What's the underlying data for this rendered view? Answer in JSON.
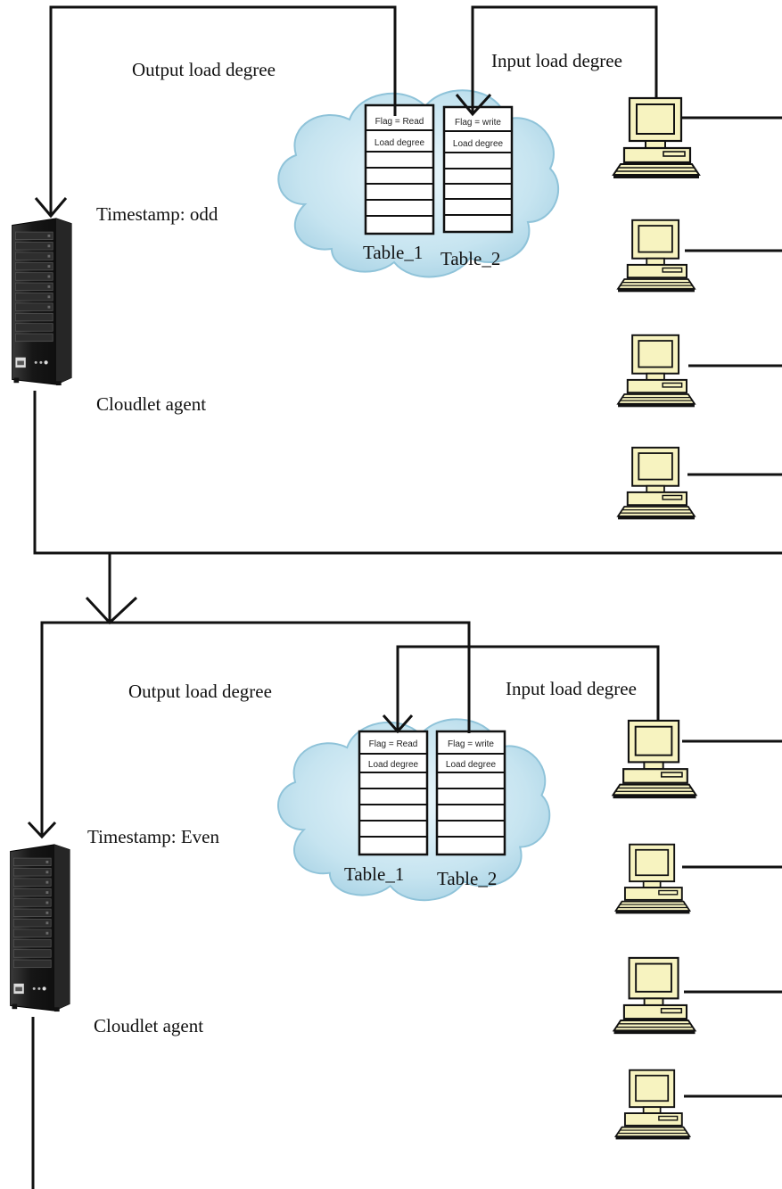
{
  "top": {
    "output_label": "Output load degree",
    "input_label": "Input load degree",
    "timestamp_label": "Timestamp: odd",
    "agent_label": "Cloudlet agent",
    "table1": {
      "flag": "Flag = Read",
      "load": "Load degree",
      "name": "Table_1"
    },
    "table2": {
      "flag": "Flag = write",
      "load": "Load degree",
      "name": "Table_2"
    }
  },
  "bottom": {
    "output_label": "Output load degree",
    "input_label": "Input load degree",
    "timestamp_label": "Timestamp: Even",
    "agent_label": "Cloudlet agent",
    "table1": {
      "flag": "Flag = Read",
      "load": "Load degree",
      "name": "Table_1"
    },
    "table2": {
      "flag": "Flag = write",
      "load": "Load degree",
      "name": "Table_2"
    }
  },
  "icons": {
    "server": "server-tower-icon",
    "computer": "desktop-computer-icon",
    "cloud": "cloud-icon"
  },
  "colors": {
    "cloud_fill": "#bfe0ee",
    "cloud_stroke": "#8fc3d9",
    "computer_fill": "#f7f3c0",
    "line": "#111111",
    "server": "#1a1a1a"
  }
}
